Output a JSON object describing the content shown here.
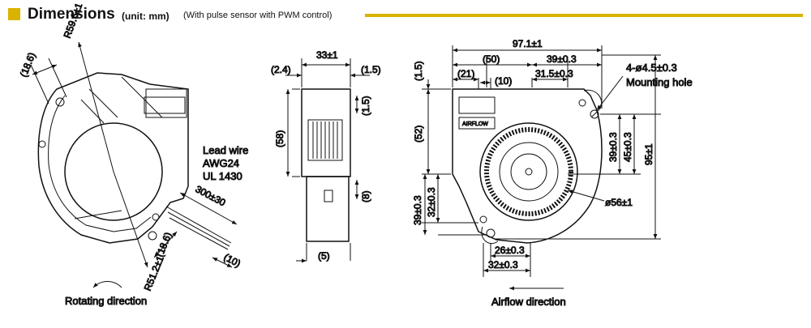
{
  "header": {
    "title": "Dimensions",
    "unit": "(unit: mm)",
    "note": "(With pulse sensor with PWM control)"
  },
  "colors": {
    "accent": "#d9b300",
    "line": "#111111"
  },
  "side_view": {
    "r_outer": "R59.6±1",
    "d186_top": "(18.6)",
    "d186_bottom": "(18.6)",
    "r_bottom": "R51.2±1",
    "lead_wire": [
      "Lead wire",
      "AWG24",
      "UL 1430"
    ],
    "wire_length": "300±30",
    "strip": "(10)",
    "rotating_direction": "Rotating direction"
  },
  "end_view": {
    "width": "33±1",
    "left": "(2.4)",
    "right": "(1.5)",
    "height": "(58)",
    "right_small": "(1.5)",
    "bottom": "(8)",
    "foot": "(5)"
  },
  "front_view": {
    "overall_width": "97.1±1",
    "d50": "(50)",
    "d39": "39±0.3",
    "d315": "31.5±0.3",
    "d21": "(21)",
    "d10": "(10)",
    "d15": "(1.5)",
    "d52": "(52)",
    "hole_spec": "4-ø4.5±0.3",
    "mounting_hole": "Mounting hole",
    "v39": "39±0.3",
    "v45": "45±0.3",
    "v95": "95±1",
    "v39_left": "39±0.3",
    "v32_left": "32±0.3",
    "dia56": "ø56±1",
    "h26": "26±0.3",
    "h32": "32±0.3",
    "airflow_label": "AIRFLOW",
    "airflow_direction": "Airflow direction"
  }
}
